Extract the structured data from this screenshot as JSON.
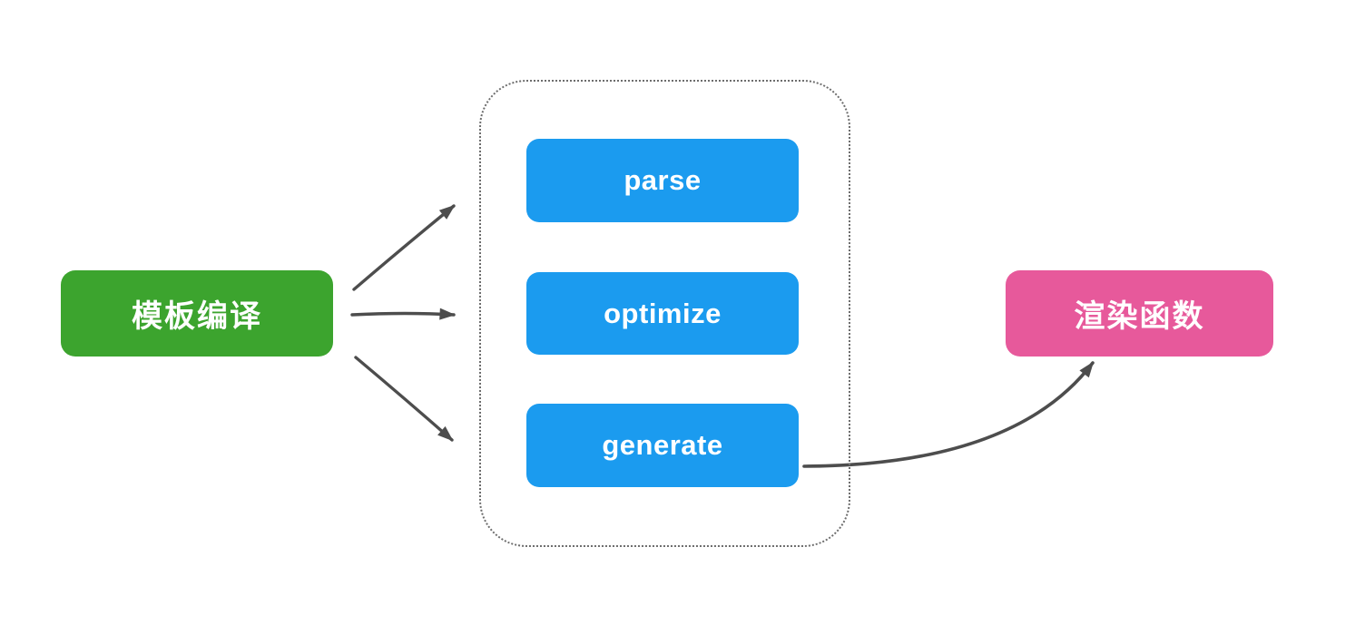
{
  "diagram": {
    "source": {
      "label": "模板编译",
      "color": "#3ca42e"
    },
    "group": {
      "step_color": "#1b9bef",
      "border_style": "dotted",
      "steps": [
        {
          "label": "parse"
        },
        {
          "label": "optimize"
        },
        {
          "label": "generate"
        }
      ]
    },
    "output": {
      "label": "渲染函数",
      "color": "#e7599b"
    },
    "arrow_color": "#4d4d4d",
    "background": "#ffffff"
  }
}
